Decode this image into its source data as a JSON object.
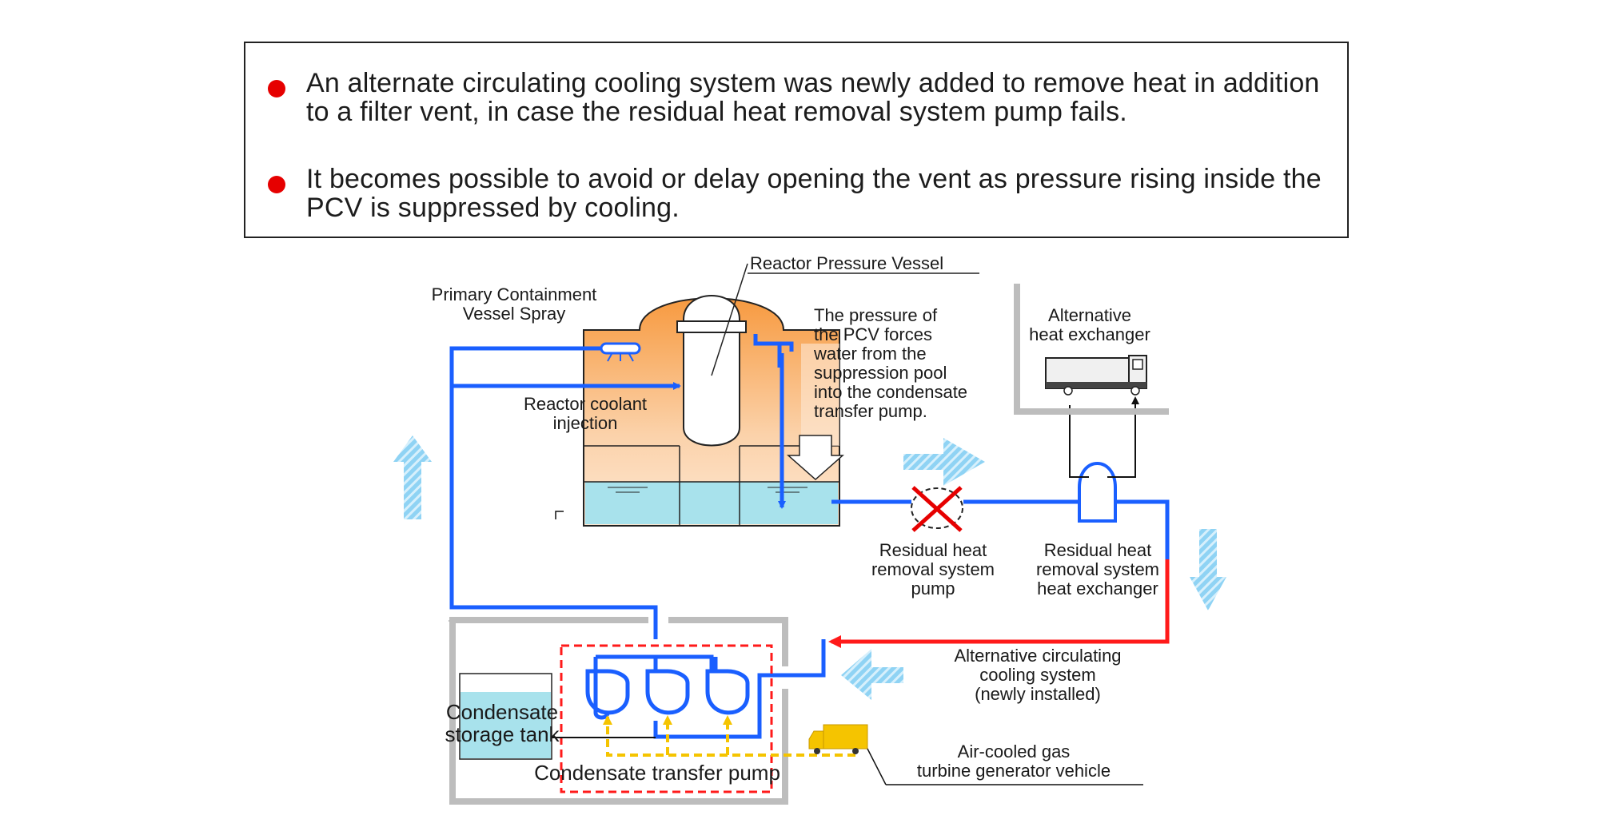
{
  "summary": {
    "bullets": [
      "An alternate circulating cooling system was newly added to remove heat in addition to a filter vent, in case the residual heat removal system pump fails.",
      "It becomes possible to avoid or delay opening the vent as pressure rising inside the PCV is suppressed by cooling."
    ]
  },
  "labels": {
    "rpv": "Reactor Pressure Vessel",
    "pcv_spray_1": "Primary Containment",
    "pcv_spray_2": "Vessel Spray",
    "pressure_note_1": "The pressure of",
    "pressure_note_2": "the PCV forces",
    "pressure_note_3": "water from the",
    "pressure_note_4": "suppression pool",
    "pressure_note_5": "into the condensate",
    "pressure_note_6": "transfer pump.",
    "alt_hx_1": "Alternative",
    "alt_hx_2": "heat exchanger",
    "coolant_1": "Reactor coolant",
    "coolant_2": "injection",
    "rhr_pump_1": "Residual heat",
    "rhr_pump_2": "removal system",
    "rhr_pump_3": "pump",
    "rhr_hx_1": "Residual heat",
    "rhr_hx_2": "removal system",
    "rhr_hx_3": "heat exchanger",
    "alt_circ_1": "Alternative circulating",
    "alt_circ_2": "cooling system",
    "alt_circ_3": "(newly installed)",
    "cst_1": "Condensate",
    "cst_2": "storage tank",
    "ctp": "Condensate transfer pump",
    "gt_1": "Air-cooled gas",
    "gt_2": "turbine generator vehicle"
  },
  "colors": {
    "pipe_blue": "#1a5fff",
    "pipe_red": "#ff1a1a",
    "power_yellow": "#f5c400",
    "water": "#a8e2ec",
    "vessel_orange": "#f7a04a",
    "flow_arrow": "#7cc8f0",
    "bullet_red": "#e60000"
  }
}
